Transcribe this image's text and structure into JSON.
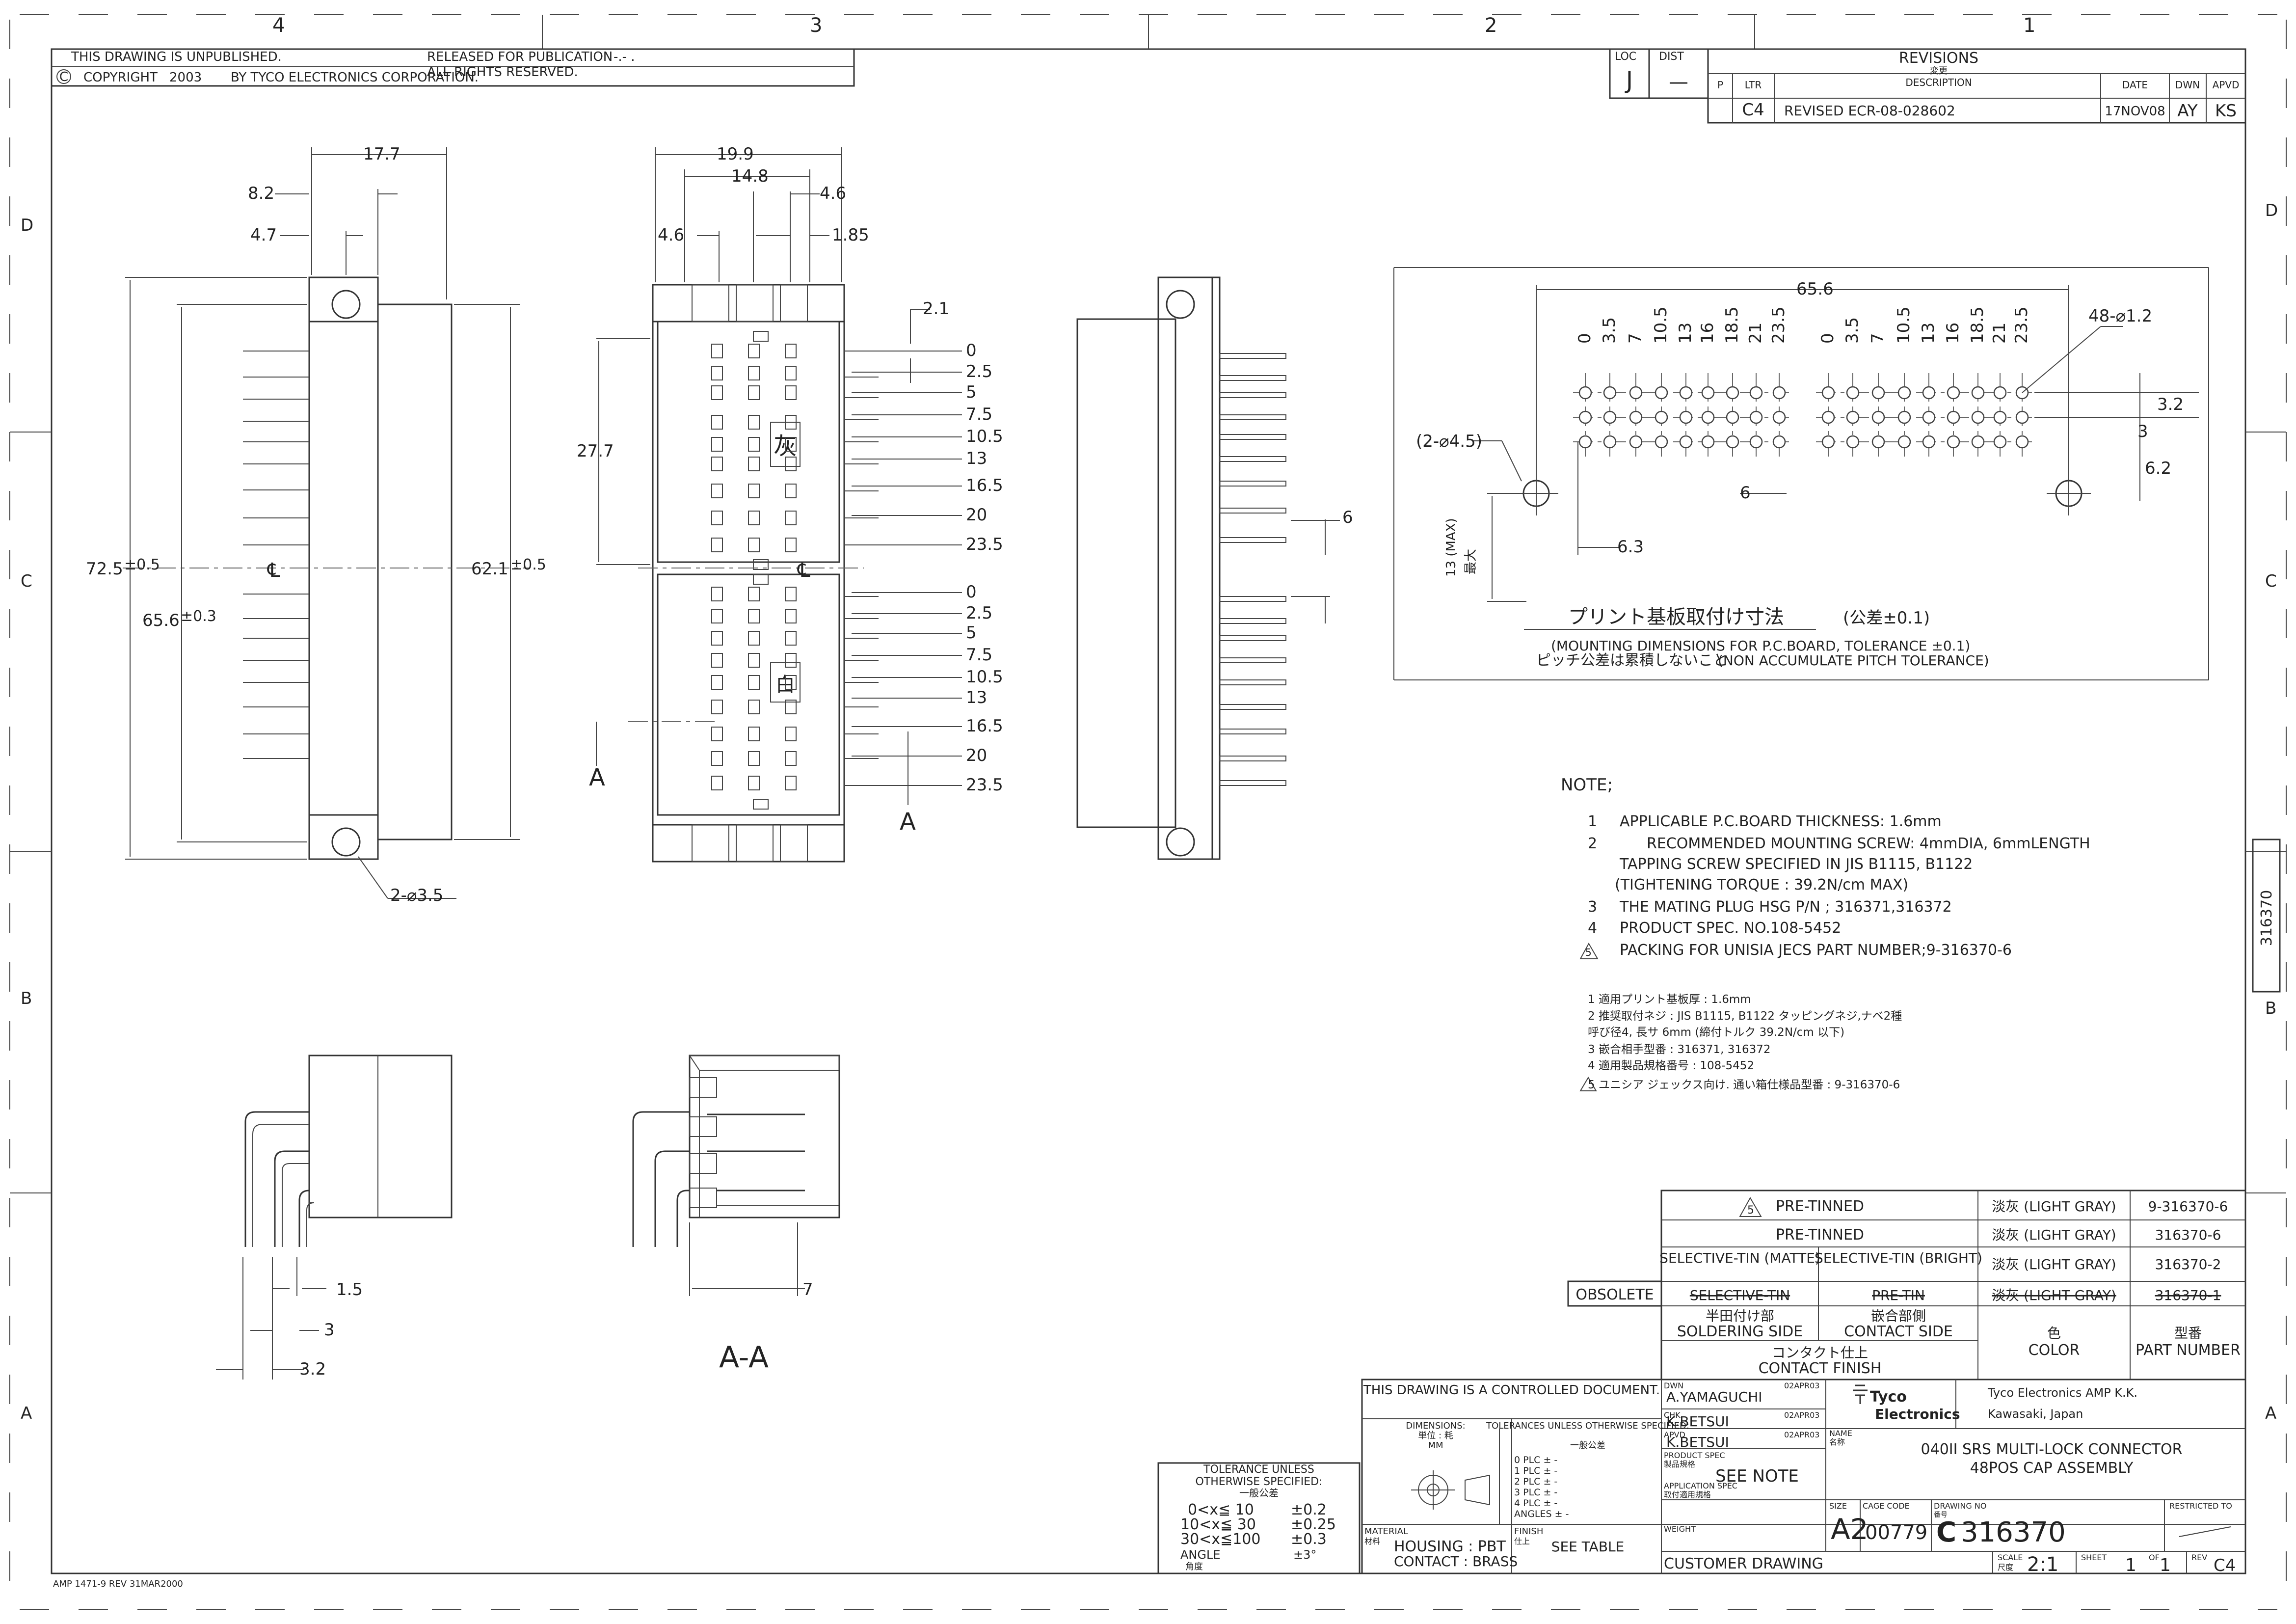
{
  "zones": {
    "cols": [
      "4",
      "3",
      "2",
      "1"
    ],
    "rows": [
      "D",
      "C",
      "B",
      "A"
    ]
  },
  "header": {
    "unpublished": "THIS DRAWING IS UNPUBLISHED.",
    "copyright_symbol": "C",
    "copyright": "COPYRIGHT",
    "year": "2003",
    "by": "BY TYCO ELECTRONICS CORPORATION.",
    "release": "RELEASED FOR PUBLICATION",
    "release_value": "-.- .",
    "rights": "ALL RIGHTS RESERVED."
  },
  "revisions": {
    "loc_label": "LOC",
    "loc": "J",
    "dist_label": "DIST",
    "dist": "—",
    "title": "REVISIONS",
    "title_jp": "変更",
    "p": "P",
    "ltr": "LTR",
    "desc": "DESCRIPTION",
    "date": "DATE",
    "dwn": "DWN",
    "apvd": "APVD",
    "row": {
      "ltr": "C4",
      "desc": "REVISED   ECR-08-028602",
      "date": "17NOV08",
      "dwn": "AY",
      "apvd": "KS"
    }
  },
  "side_tab": "316370",
  "front_view": {
    "d_17_7": "17.7",
    "d_8_2": "8.2",
    "d_4_7": "4.7",
    "d_72_5": "72.5",
    "d_72_5_tol": "±0.5",
    "d_65_6": "65.6",
    "d_65_6_tol": "±0.3",
    "d_62_1": "62.1",
    "d_62_1_tol": "±0.5",
    "cl": "℄",
    "hole": "2-⌀3.5"
  },
  "pin_view": {
    "d_19_9": "19.9",
    "d_14_8": "14.8",
    "d_4_6a": "4.6",
    "d_4_6b": "4.6",
    "d_1_85": "1.85",
    "d_2_1": "2.1",
    "d_27_7": "27.7",
    "cl": "℄",
    "pitch_top": [
      "0",
      "2.5",
      "5",
      "7.5",
      "10.5",
      "13",
      "16.5",
      "20",
      "23.5"
    ],
    "pitch_bot": [
      "0",
      "2.5",
      "5",
      "7.5",
      "10.5",
      "13",
      "16.5",
      "20",
      "23.5"
    ],
    "kanji_top": "灰",
    "kanji_bot": "白",
    "section_a1": "A",
    "section_a2": "A"
  },
  "side_view": {
    "d_6": "6"
  },
  "pcb": {
    "d_65_6": "65.6",
    "cols_left": [
      "0",
      "3.5",
      "7",
      "10.5",
      "13",
      "16",
      "18.5",
      "21",
      "23.5"
    ],
    "cols_right": [
      "0",
      "3.5",
      "7",
      "10.5",
      "13",
      "16",
      "18.5",
      "21",
      "23.5"
    ],
    "holes": "48-⌀1.2",
    "d_3_2": "3.2",
    "d_3": "3",
    "d_6_2": "6.2",
    "d_6": "6",
    "d_6_3": "6.3",
    "mount_holes": "(2-⌀4.5)",
    "d_13_max": "13 (MAX)",
    "d_13_jp": "最大",
    "title_jp": "プリント基板取付け寸法",
    "tol_jp": "(公差±0.1)",
    "title_en": "(MOUNTING DIMENSIONS FOR P.C.BOARD, TOLERANCE ±0.1)",
    "pitch_jp": "ピッチ公差は累積しないこと",
    "pitch_en": "(NON ACCUMULATE PITCH TOLERANCE)"
  },
  "notes": {
    "title": "NOTE;",
    "items": [
      {
        "n": "1",
        "text": "APPLICABLE P.C.BOARD THICKNESS: 1.6mm"
      },
      {
        "n": "2",
        "text": "RECOMMENDED MOUNTING SCREW: 4mmDIA, 6mmLENGTH"
      },
      {
        "n": "",
        "text": "TAPPING SCREW SPECIFIED IN JIS B1115, B1122"
      },
      {
        "n": "",
        "text": "(TIGHTENING TORQUE : 39.2N/cm MAX)"
      },
      {
        "n": "3",
        "text": "THE MATING PLUG HSG P/N ; 316371,316372"
      },
      {
        "n": "4",
        "text": "PRODUCT SPEC. NO.108-5452"
      },
      {
        "n": "5",
        "text": "PACKING FOR UNISIA JECS PART NUMBER;9-316370-6"
      }
    ],
    "jp": [
      "1  適用プリント基板厚 : 1.6mm",
      "2  推奨取付ネジ : JIS B1115, B1122 タッピングネジ,ナベ2種",
      "    呼び径4, 長サ 6mm (締付トルク 39.2N/cm 以下)",
      "3  嵌合相手型番 : 316371, 316372",
      "4  適用製品規格番号 :  108-5452",
      "5  ユニシア ジェックス向け. 通い箱仕様品型番 : 9-316370-6"
    ]
  },
  "lower_views": {
    "d_1_5": "1.5",
    "d_3": "3",
    "d_3_2": "3.2",
    "d_7": "7",
    "section_label": "A-A"
  },
  "finish_table": {
    "rows": [
      {
        "finish": "PRE-TINNED",
        "flag": "5",
        "color": "淡灰 (LIGHT GRAY)",
        "pn": "9-316370-6"
      },
      {
        "finish": "PRE-TINNED",
        "color": "淡灰 (LIGHT GRAY)",
        "pn": "316370-6"
      },
      {
        "solder": "SELECTIVE-TIN (MATTE)",
        "contact": "SELECTIVE-TIN (BRIGHT)",
        "color": "淡灰 (LIGHT GRAY)",
        "pn": "316370-2"
      },
      {
        "solder": "SELECTIVE-TIN",
        "contact": "PRE-TIN",
        "color": "淡灰 (LIGHT GRAY)",
        "pn": "316370-1"
      }
    ],
    "obsolete": "OBSOLETE",
    "h_solder_jp": "半田付け部",
    "h_solder": "SOLDERING SIDE",
    "h_contact_jp": "嵌合部側",
    "h_contact": "CONTACT SIDE",
    "h_finish_jp": "コンタクト仕上",
    "h_finish": "CONTACT FINISH",
    "h_color_jp": "色",
    "h_color": "COLOR",
    "h_pn_jp": "型番",
    "h_pn": "PART NUMBER"
  },
  "tolerance_box": {
    "title": "TOLERANCE UNLESS",
    "title2": "OTHERWISE SPECIFIED:",
    "title_jp": "一般公差",
    "rows": [
      {
        "range": "0<x≦ 10",
        "tol": "±0.2"
      },
      {
        "range": "10<x≦ 30",
        "tol": "±0.25"
      },
      {
        "range": "30<x≦100",
        "tol": "±0.3"
      },
      {
        "range": "ANGLE",
        "tol": "±3°"
      }
    ],
    "angle_jp": "角度"
  },
  "title_block": {
    "controlled": "THIS DRAWING IS A CONTROLLED DOCUMENT.",
    "dims_label": "DIMENSIONS:",
    "dims_unit_jp": "単位 : 粍",
    "dims_unit": "MM",
    "tol_label": "TOLERANCES UNLESS OTHERWISE SPECIFIED:",
    "tol_jp": "一般公差",
    "plc": [
      "0 PLC  ±  -",
      "1 PLC  ±  -",
      "2 PLC  ±  -",
      "3 PLC  ±  -",
      "4 PLC  ±  -",
      "ANGLES  ±  -"
    ],
    "material_label": "MATERIAL",
    "material_jp": "材料",
    "material_1": "HOUSING : PBT",
    "material_2": "CONTACT : BRASS",
    "finish_label": "FINISH",
    "finish_jp": "仕上",
    "finish": "SEE TABLE",
    "dwn_label": "DWN",
    "dwn": "A.YAMAGUCHI",
    "dwn_date": "02APR03",
    "chk_label": "CHK",
    "chk": "K.BETSUI",
    "chk_date": "02APR03",
    "apvd_label": "APVD",
    "apvd": "K.BETSUI",
    "apvd_date": "02APR03",
    "product_spec_label": "PRODUCT SPEC",
    "product_spec_jp": "製品規格",
    "see_note": "SEE NOTE",
    "app_spec_label": "APPLICATION SPEC",
    "app_spec_jp": "取付適用規格",
    "weight_label": "WEIGHT",
    "company_logo_1": "Tyco",
    "company_logo_2": "Electronics",
    "company": "Tyco Electronics AMP K.K.",
    "city": "Kawasaki, Japan",
    "name_label": "NAME",
    "name_jp": "名称",
    "name_1": "040II SRS MULTI-LOCK CONNECTOR",
    "name_2": "48POS CAP ASSEMBLY",
    "size_label": "SIZE",
    "size": "A2",
    "cage_label": "CAGE CODE",
    "cage": "00779",
    "dwg_label": "DRAWING NO",
    "dwg_jp": "番号",
    "dwg_prefix": "C",
    "dwg": "316370",
    "restricted": "RESTRICTED TO",
    "customer": "CUSTOMER DRAWING",
    "scale_label": "SCALE",
    "scale_jp": "尺度",
    "scale": "2:1",
    "sheet_label": "SHEET",
    "sheet": "1",
    "of_label": "OF",
    "of": "1",
    "rev_label": "REV",
    "rev": "C4"
  },
  "footer": "AMP 1471-9 REV 31MAR2000"
}
